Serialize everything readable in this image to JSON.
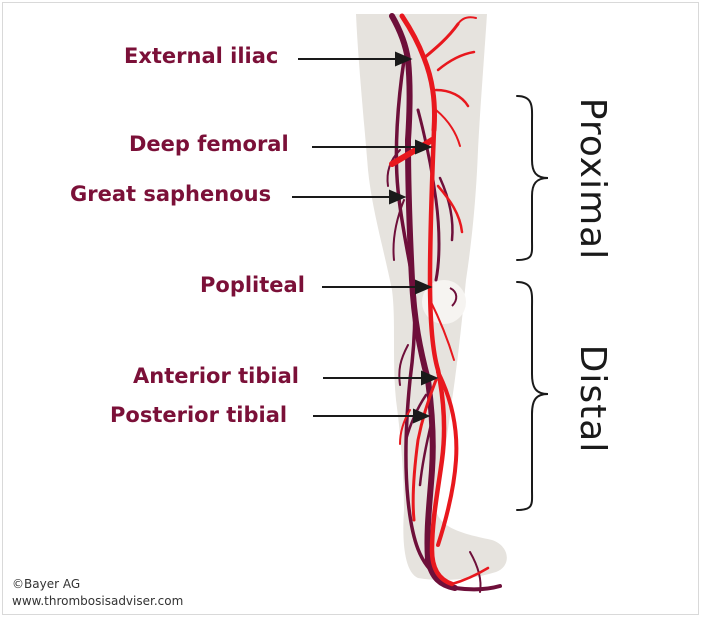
{
  "labels": {
    "external_iliac": "External iliac",
    "deep_femoral": "Deep femoral",
    "great_saphenous": "Great saphenous",
    "popliteal": "Popliteal",
    "anterior_tibial": "Anterior tibial",
    "posterior_tibial": "Posterior tibial"
  },
  "regions": {
    "proximal": "Proximal",
    "distal": "Distal"
  },
  "credits": {
    "copyright": "©Bayer AG",
    "website": "www.thrombosisadviser.com"
  },
  "colors": {
    "label_text": "#7b1038",
    "vein": "#6e0f3a",
    "artery": "#e8181e",
    "leg": "#e6e3de",
    "arrow": "#1a1a1a"
  }
}
